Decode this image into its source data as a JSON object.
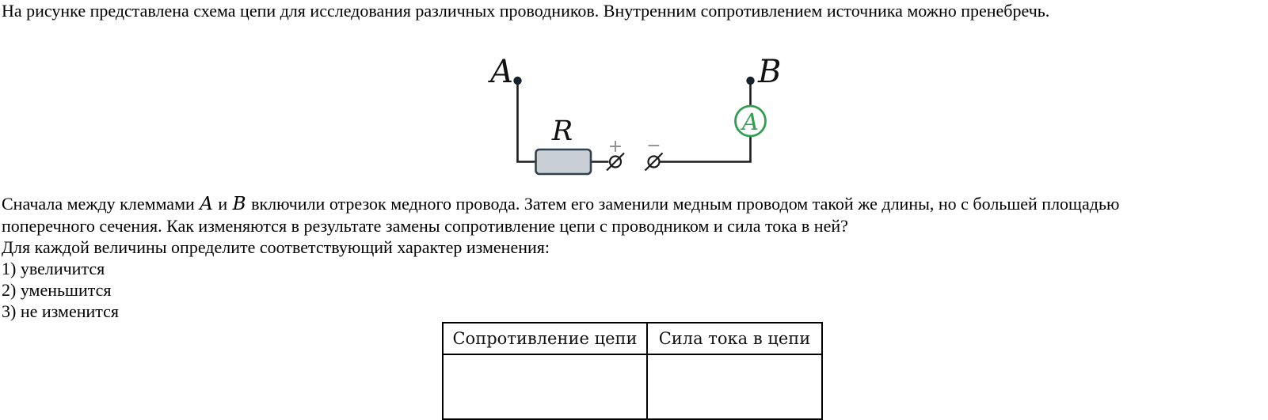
{
  "intro": "На рисунке представлена схема цепи для исследования различных проводников. Внутренним сопротивлением источника можно пренебречь.",
  "circuit": {
    "terminal_a_label": "A",
    "terminal_b_label": "B",
    "resistor_label": "R",
    "ammeter_label": "A",
    "plus_label": "+",
    "minus_label": "−",
    "colors": {
      "wire": "#1c1c1c",
      "dot": "#16222d",
      "resistor_fill": "#c9d0d5",
      "resistor_border": "#31424e",
      "ammeter_green": "#2f9e4f",
      "sign_gray": "#8d8d8d"
    }
  },
  "problem": {
    "line1": {
      "before": "Сначала между клеммами ",
      "a": "A",
      "mid": " и ",
      "b": "B",
      "after": " включили отрезок медного провода. Затем его заменили медным проводом такой же длины, но с большей площадью"
    },
    "line2": "поперечного сечения. Как изменяются в результате замены сопротивление цепи с проводником и сила тока в ней?",
    "line3": "Для каждой величины определите соответствующий характер изменения:",
    "options": [
      "1) увеличится",
      "2) уменьшится",
      "3) не изменится"
    ]
  },
  "table": {
    "headers": [
      "Сопротивление цепи",
      "Сила тока в цепи"
    ],
    "answers": [
      "",
      ""
    ]
  }
}
